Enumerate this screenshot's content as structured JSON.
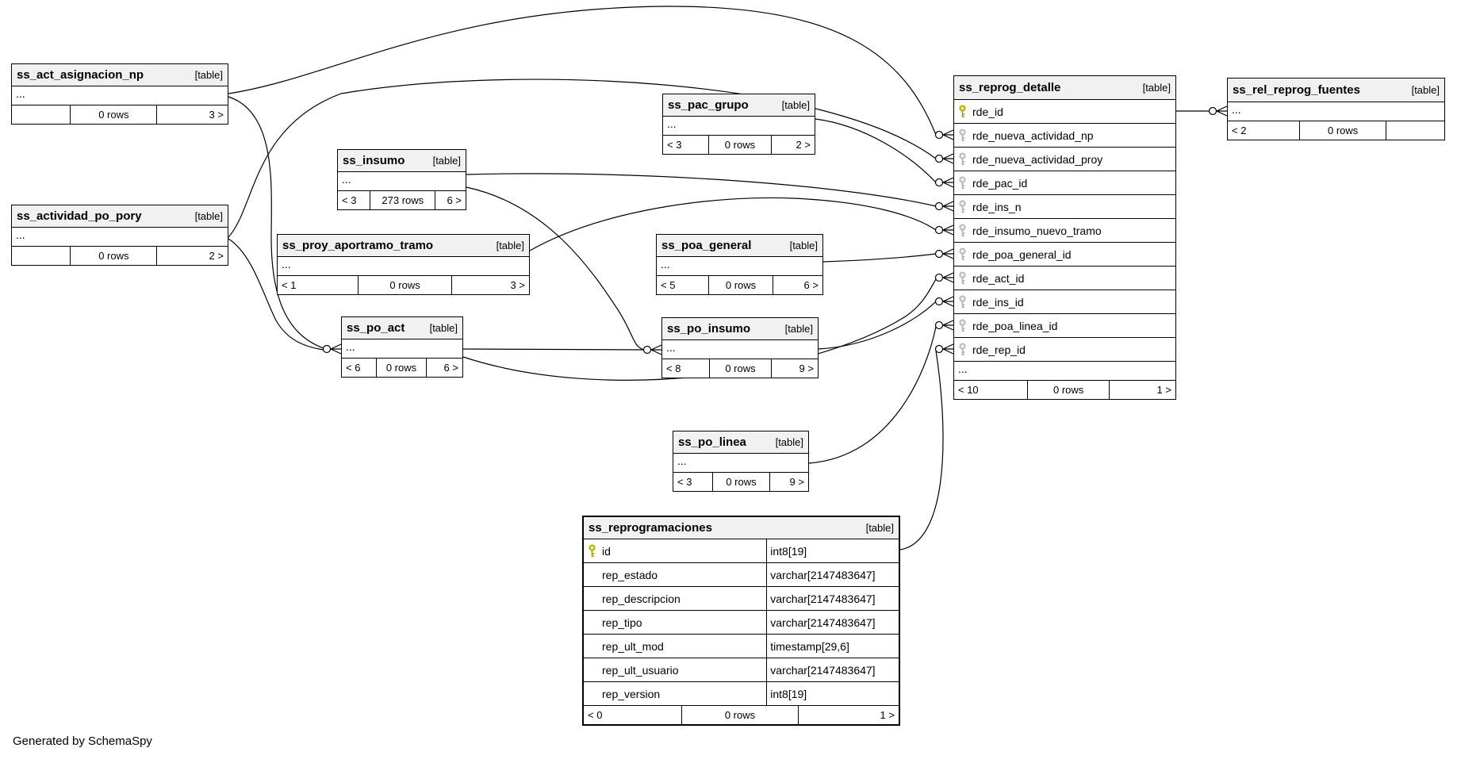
{
  "page": {
    "footer_note": "Generated by SchemaSpy"
  },
  "colors": {
    "pk_key_fill": "#d8dc1e",
    "pk_key_stroke": "#9a9d00",
    "fk_key_fill": "#dcdcdc",
    "fk_key_stroke": "#aaaaaa",
    "header_bg": "#f1f1f1",
    "edge": "#000000",
    "border": "#000000"
  },
  "tables": [
    {
      "id": "ss_act_asignacion_np",
      "name": "ss_act_asignacion_np",
      "tag": "[table]",
      "ellipsis": "...",
      "footer": [
        "",
        "0 rows",
        "3 >"
      ]
    },
    {
      "id": "ss_actividad_po_pory",
      "name": "ss_actividad_po_pory",
      "tag": "[table]",
      "ellipsis": "...",
      "footer": [
        "",
        "0 rows",
        "2 >"
      ]
    },
    {
      "id": "ss_insumo",
      "name": "ss_insumo",
      "tag": "[table]",
      "ellipsis": "...",
      "footer": [
        "< 3",
        "273 rows",
        "6 >"
      ]
    },
    {
      "id": "ss_proy_aportramo_tramo",
      "name": "ss_proy_aportramo_tramo",
      "tag": "[table]",
      "ellipsis": "...",
      "footer": [
        "< 1",
        "0 rows",
        "3 >"
      ]
    },
    {
      "id": "ss_po_act",
      "name": "ss_po_act",
      "tag": "[table]",
      "ellipsis": "...",
      "footer": [
        "< 6",
        "0 rows",
        "6 >"
      ]
    },
    {
      "id": "ss_pac_grupo",
      "name": "ss_pac_grupo",
      "tag": "[table]",
      "ellipsis": "...",
      "footer": [
        "< 3",
        "0 rows",
        "2 >"
      ]
    },
    {
      "id": "ss_poa_general",
      "name": "ss_poa_general",
      "tag": "[table]",
      "ellipsis": "...",
      "footer": [
        "< 5",
        "0 rows",
        "6 >"
      ]
    },
    {
      "id": "ss_po_insumo",
      "name": "ss_po_insumo",
      "tag": "[table]",
      "ellipsis": "...",
      "footer": [
        "< 8",
        "0 rows",
        "9 >"
      ]
    },
    {
      "id": "ss_po_linea",
      "name": "ss_po_linea",
      "tag": "[table]",
      "ellipsis": "...",
      "footer": [
        "< 3",
        "0 rows",
        "9 >"
      ]
    },
    {
      "id": "ss_reprog_detalle",
      "name": "ss_reprog_detalle",
      "tag": "[table]",
      "ellipsis": "...",
      "columns": [
        {
          "name": "rde_id",
          "key": "pk"
        },
        {
          "name": "rde_nueva_actividad_np",
          "key": "fk"
        },
        {
          "name": "rde_nueva_actividad_proy",
          "key": "fk"
        },
        {
          "name": "rde_pac_id",
          "key": "fk"
        },
        {
          "name": "rde_ins_n",
          "key": "fk"
        },
        {
          "name": "rde_insumo_nuevo_tramo",
          "key": "fk"
        },
        {
          "name": "rde_poa_general_id",
          "key": "fk"
        },
        {
          "name": "rde_act_id",
          "key": "fk"
        },
        {
          "name": "rde_ins_id",
          "key": "fk"
        },
        {
          "name": "rde_poa_linea_id",
          "key": "fk"
        },
        {
          "name": "rde_rep_id",
          "key": "fk"
        }
      ],
      "footer": [
        "< 10",
        "0 rows",
        "1 >"
      ]
    },
    {
      "id": "ss_rel_reprog_fuentes",
      "name": "ss_rel_reprog_fuentes",
      "tag": "[table]",
      "ellipsis": "...",
      "footer": [
        "< 2",
        "0 rows",
        ""
      ]
    },
    {
      "id": "ss_reprogramaciones",
      "name": "ss_reprogramaciones",
      "tag": "[table]",
      "columns": [
        {
          "name": "id",
          "key": "pk",
          "type": "int8[19]"
        },
        {
          "name": "rep_estado",
          "type": "varchar[2147483647]"
        },
        {
          "name": "rep_descripcion",
          "type": "varchar[2147483647]"
        },
        {
          "name": "rep_tipo",
          "type": "varchar[2147483647]"
        },
        {
          "name": "rep_ult_mod",
          "type": "timestamp[29,6]"
        },
        {
          "name": "rep_ult_usuario",
          "type": "varchar[2147483647]"
        },
        {
          "name": "rep_version",
          "type": "int8[19]"
        }
      ],
      "footer": [
        "< 0",
        "0 rows",
        "1 >"
      ]
    }
  ],
  "relationships": [
    {
      "from": "ss_act_asignacion_np",
      "to": "ss_reprog_detalle",
      "to_column": "rde_nueva_actividad_np"
    },
    {
      "from": "ss_actividad_po_pory",
      "to": "ss_reprog_detalle",
      "to_column": "rde_nueva_actividad_proy"
    },
    {
      "from": "ss_act_asignacion_np",
      "to": "ss_po_act"
    },
    {
      "from": "ss_actividad_po_pory",
      "to": "ss_po_act"
    },
    {
      "from": "ss_insumo",
      "to": "ss_reprog_detalle",
      "to_column": "rde_ins_n"
    },
    {
      "from": "ss_insumo",
      "to": "ss_po_insumo"
    },
    {
      "from": "ss_po_act",
      "to": "ss_po_insumo"
    },
    {
      "from": "ss_proy_aportramo_tramo",
      "to": "ss_reprog_detalle",
      "to_column": "rde_insumo_nuevo_tramo"
    },
    {
      "from": "ss_pac_grupo",
      "to": "ss_reprog_detalle",
      "to_column": "rde_pac_id"
    },
    {
      "from": "ss_poa_general",
      "to": "ss_reprog_detalle",
      "to_column": "rde_poa_general_id"
    },
    {
      "from": "ss_po_insumo",
      "to": "ss_reprog_detalle",
      "to_column": "rde_ins_id"
    },
    {
      "from": "ss_po_linea",
      "to": "ss_reprog_detalle",
      "to_column": "rde_poa_linea_id"
    },
    {
      "from": "ss_reprogramaciones",
      "to": "ss_reprog_detalle",
      "to_column": "rde_rep_id"
    },
    {
      "from": "ss_reprog_detalle",
      "to": "ss_rel_reprog_fuentes"
    },
    {
      "from": "ss_po_act",
      "to": "ss_reprog_detalle",
      "to_column": "rde_act_id"
    }
  ]
}
